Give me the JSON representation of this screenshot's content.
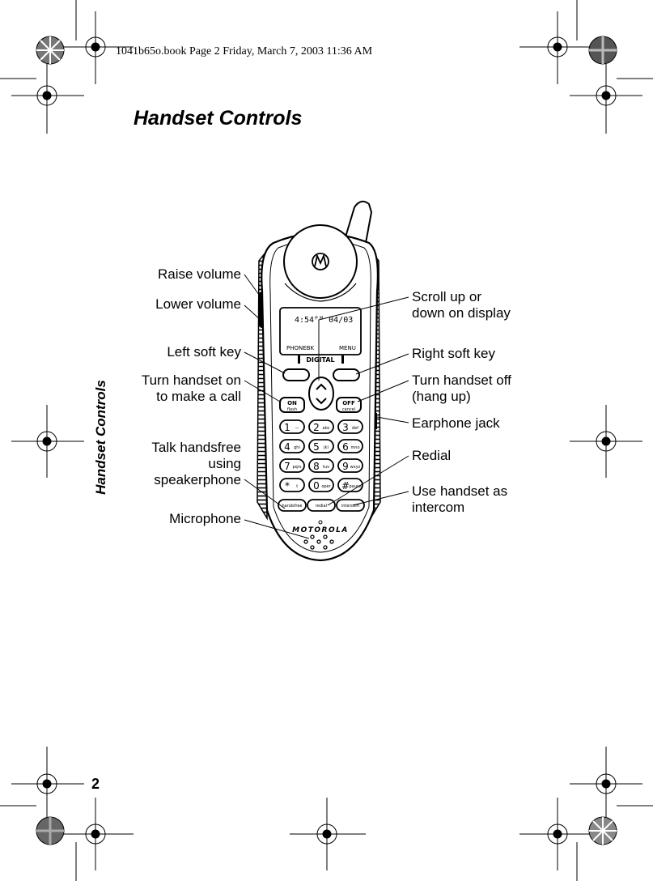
{
  "header": {
    "print_info": "1041b65o.book  Page 2  Friday, March 7, 2003  11:36 AM"
  },
  "page": {
    "title": "Handset Controls",
    "side_tab": "Handset Controls",
    "page_number": "2"
  },
  "phone": {
    "display_time": "4:54ᴾᴹ 04/03",
    "display_left": "PHONEBK",
    "display_right": "MENU",
    "badge": "DIGITAL",
    "brand": "MOTOROLA",
    "on_key": [
      "ON",
      "flash"
    ],
    "off_key": [
      "OFF",
      "cancel"
    ],
    "keys": [
      {
        "d": "1",
        "s": "—"
      },
      {
        "d": "2",
        "s": "abc"
      },
      {
        "d": "3",
        "s": "def"
      },
      {
        "d": "4",
        "s": "ghi"
      },
      {
        "d": "5",
        "s": "jkl"
      },
      {
        "d": "6",
        "s": "mno"
      },
      {
        "d": "7",
        "s": "pqrs"
      },
      {
        "d": "8",
        "s": "tuv"
      },
      {
        "d": "9",
        "s": "wxyz"
      },
      {
        "d": "*",
        "s": "⇧"
      },
      {
        "d": "0",
        "s": "oper"
      },
      {
        "d": "#",
        "s": "pause"
      }
    ],
    "bottom_keys": [
      "handsfree",
      "redial",
      "intercom"
    ]
  },
  "callouts": {
    "left": {
      "raise_volume": [
        "Raise volume"
      ],
      "lower_volume": [
        "Lower volume"
      ],
      "left_soft_key": [
        "Left soft key"
      ],
      "turn_on": [
        "Turn handset on",
        "to make a call"
      ],
      "handsfree": [
        "Talk handsfree",
        "using",
        "speakerphone"
      ],
      "microphone": [
        "Microphone"
      ]
    },
    "right": {
      "scroll": [
        "Scroll up or",
        "down on display"
      ],
      "right_soft_key": [
        "Right soft key"
      ],
      "turn_off": [
        "Turn handset off",
        "(hang up)"
      ],
      "earphone": [
        "Earphone jack"
      ],
      "redial": [
        "Redial"
      ],
      "intercom": [
        "Use handset as",
        "intercom"
      ]
    }
  }
}
